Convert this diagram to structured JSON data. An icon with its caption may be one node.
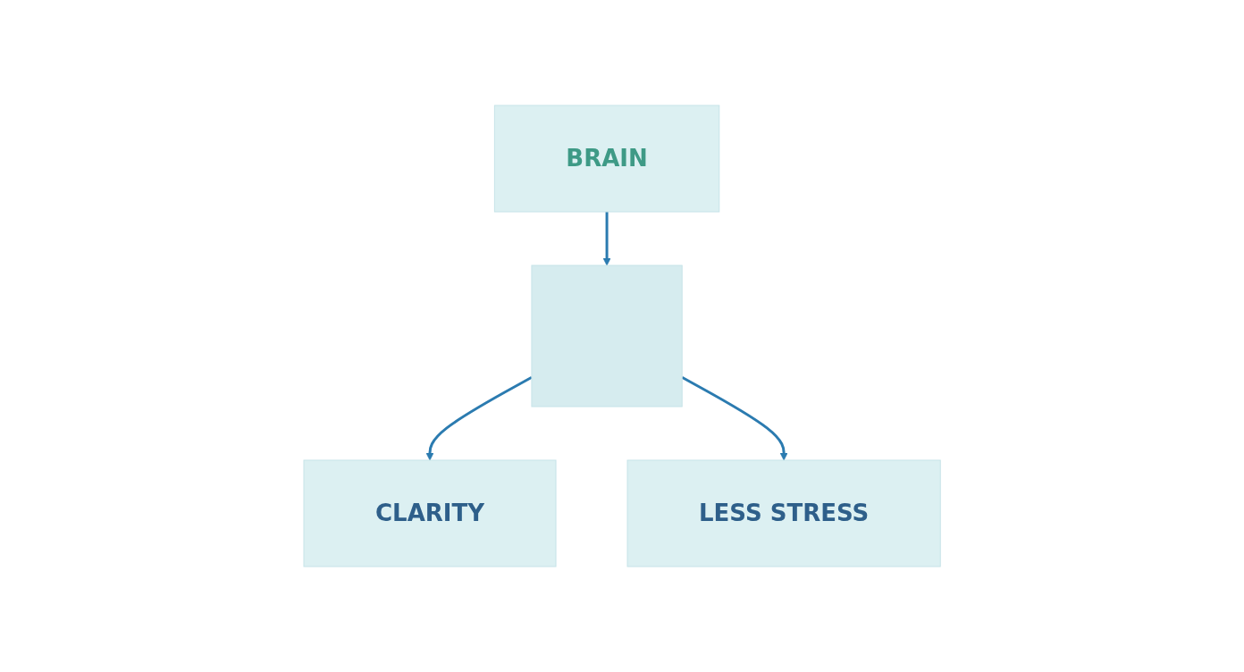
{
  "diagram": {
    "nodes": [
      {
        "text": [
          "BRAIN"
        ]
      },
      {
        "text": [],
        "shape": "box"
      },
      {
        "text": [
          "CLARITY"
        ]
      },
      {
        "text": [
          "LESS STRESS"
        ]
      }
    ],
    "edges": [
      {
        "from": 0,
        "to": 1,
        "arrow": "to"
      },
      {
        "from": 1,
        "to": 2,
        "arrow": "to"
      },
      {
        "from": 1,
        "to": 3,
        "arrow": "to"
      }
    ]
  }
}
